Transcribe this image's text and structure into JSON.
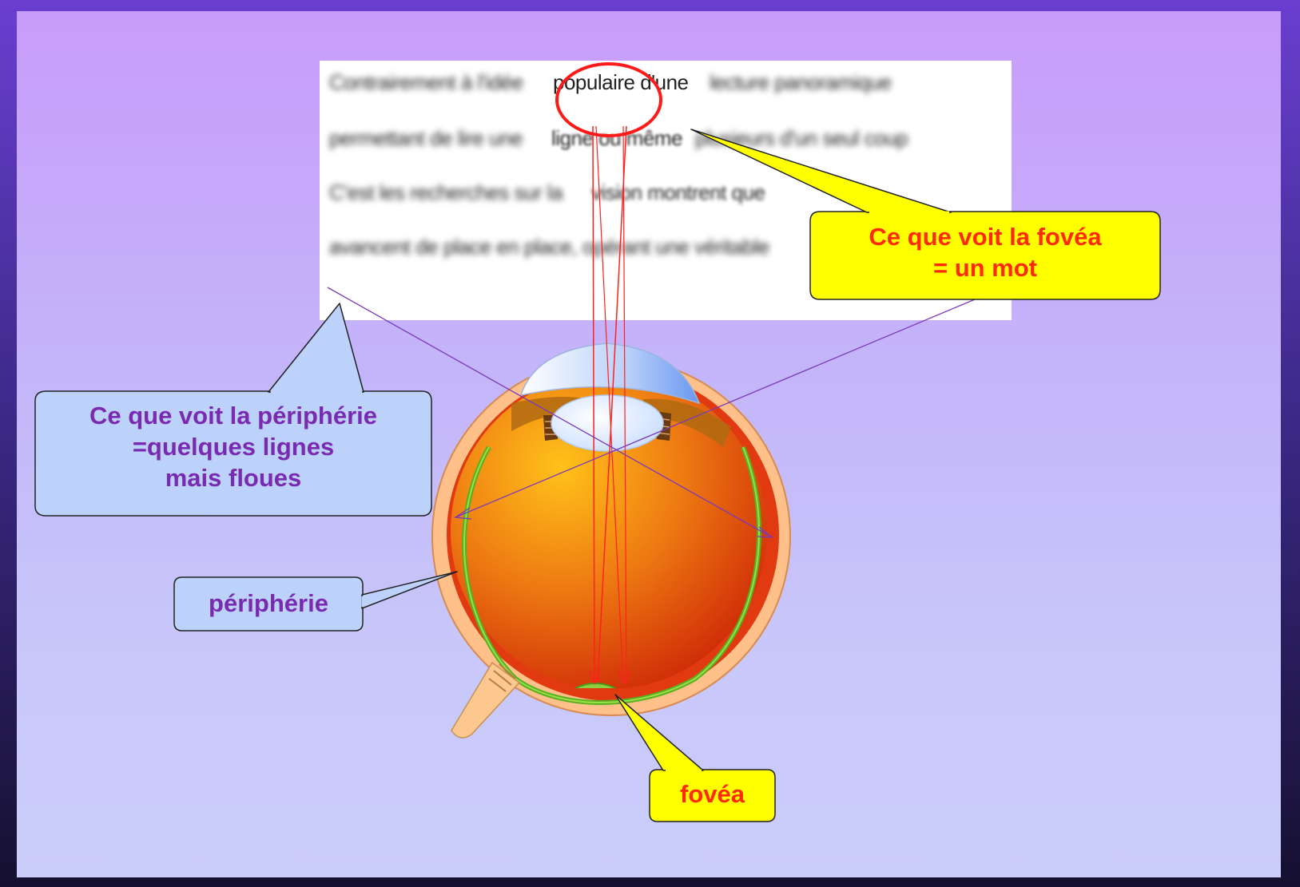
{
  "text_sample": {
    "line1_pre": "Contrairement à l'idée",
    "line1_focus": "populaire d'une",
    "line1_post": "lecture panoramique",
    "line2_pre": "permettant de lire une",
    "line2_focus": "ligne ou même",
    "line2_post": "plusieurs d'un seul coup",
    "line3_pre": "C'est les recherches sur la",
    "line3_focus": "vision montrent que",
    "line4": "avancent de place en place, opérant une véritable"
  },
  "callouts": {
    "fovea_view_line1": "Ce que voit la fovéa",
    "fovea_view_line2": "= un mot",
    "periphery_view_line1": "Ce que voit la périphérie",
    "periphery_view_line2": "=quelques lignes",
    "periphery_view_line3": "mais floues",
    "periphery_label": "périphérie",
    "fovea_label": "fovéa"
  },
  "colors": {
    "fovea_text": "#ff2a00",
    "periphery_text": "#7a2ab0",
    "yellow_bubble": "#ffff00",
    "blue_bubble": "#bcd2fa",
    "focus_ring": "#ff1a1a",
    "sight_lines_red": "#ff2020",
    "sight_lines_purple": "#7a3ab8"
  }
}
